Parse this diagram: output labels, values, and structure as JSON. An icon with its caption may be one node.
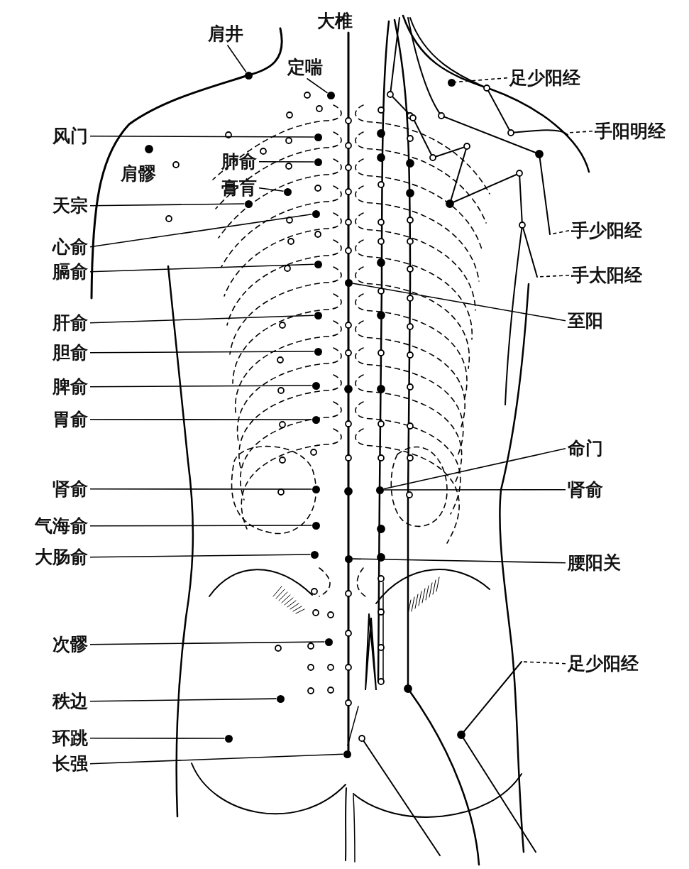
{
  "diagram": {
    "nodes": [
      {
        "text": [
          "肩井"
        ]
      },
      {
        "text": [
          "足少阳经"
        ]
      },
      {
        "text": [
          "定喘"
        ]
      },
      {
        "text": [
          "风门"
        ]
      },
      {
        "text": [
          "手阳明经"
        ]
      },
      {
        "text": [
          "肺俞"
        ]
      },
      {
        "text": [
          "膏肓"
        ]
      },
      {
        "text": [
          "天宗"
        ]
      },
      {
        "text": [
          "手少阳经"
        ]
      },
      {
        "text": [
          "心俞"
        ]
      },
      {
        "text": [
          "膈俞"
        ]
      },
      {
        "text": [
          "手太阳经"
        ]
      },
      {
        "text": [
          "肝俞"
        ]
      },
      {
        "text": [
          "至阳"
        ]
      },
      {
        "text": [
          "胆俞"
        ]
      },
      {
        "text": [
          "脾俞"
        ]
      },
      {
        "text": [
          "胃俞"
        ]
      },
      {
        "text": [
          "命门"
        ]
      },
      {
        "text": [
          "肾俞"
        ]
      },
      {
        "text": [
          "肾俞"
        ]
      },
      {
        "text": [
          "气海俞"
        ]
      },
      {
        "text": [
          "大肠俞"
        ]
      },
      {
        "text": [
          "腰阳关"
        ]
      },
      {
        "text": [
          "次髎"
        ]
      },
      {
        "text": [
          "足少阳经"
        ]
      },
      {
        "text": [
          "秩边"
        ]
      },
      {
        "text": [
          "环跳"
        ]
      },
      {
        "text": [
          "长强"
        ]
      },
      {
        "text": [],
        "shape": "circle"
      },
      {
        "text": [],
        "shape": "circle"
      },
      {
        "text": [],
        "shape": "circle"
      },
      {
        "text": [],
        "shape": "circle"
      },
      {
        "text": [],
        "shape": "circle"
      },
      {
        "text": [],
        "shape": "circle"
      },
      {
        "text": [],
        "shape": "circle"
      },
      {
        "text": [],
        "shape": "circle"
      },
      {
        "text": [],
        "shape": "circle"
      },
      {
        "text": [],
        "shape": "circle"
      },
      {
        "text": [],
        "shape": "circle"
      },
      {
        "text": [],
        "shape": "circle"
      },
      {
        "text": [],
        "shape": "circle"
      },
      {
        "text": [],
        "shape": "circle"
      },
      {
        "text": [],
        "shape": "circle"
      },
      {
        "text": [],
        "shape": "circle"
      },
      {
        "text": [],
        "shape": "circle"
      },
      {
        "text": [],
        "shape": "circle"
      },
      {
        "text": [],
        "shape": "circle"
      },
      {
        "text": [],
        "shape": "circle"
      },
      {
        "text": [],
        "shape": "circle"
      },
      {
        "text": [],
        "shape": "circle"
      },
      {
        "text": [],
        "shape": "circle"
      }
    ],
    "edges": [
      {
        "from": 0,
        "to": 28,
        "arrow": "none"
      },
      {
        "from": 2,
        "to": 29,
        "arrow": "none"
      },
      {
        "from": 3,
        "to": 30,
        "arrow": "none"
      },
      {
        "from": 5,
        "to": 31,
        "arrow": "none"
      },
      {
        "from": 6,
        "to": 32,
        "arrow": "none"
      },
      {
        "from": 7,
        "to": 33,
        "arrow": "none"
      },
      {
        "from": 9,
        "to": 34,
        "arrow": "none"
      },
      {
        "from": 10,
        "to": 35,
        "arrow": "none"
      },
      {
        "from": 13,
        "to": 36,
        "arrow": "none"
      },
      {
        "from": 12,
        "to": 37,
        "arrow": "none"
      },
      {
        "from": 14,
        "to": 38,
        "arrow": "none"
      },
      {
        "from": 15,
        "to": 39,
        "arrow": "none"
      },
      {
        "from": 16,
        "to": 40,
        "arrow": "none"
      },
      {
        "from": 17,
        "to": 42,
        "arrow": "none"
      },
      {
        "from": 18,
        "to": 41,
        "arrow": "none"
      },
      {
        "from": 19,
        "to": 42,
        "arrow": "none"
      },
      {
        "from": 20,
        "to": 43,
        "arrow": "none"
      },
      {
        "from": 21,
        "to": 44,
        "arrow": "none"
      },
      {
        "from": 22,
        "to": 45,
        "arrow": "none"
      },
      {
        "from": 23,
        "to": 46,
        "arrow": "none"
      },
      {
        "from": 25,
        "to": 47,
        "arrow": "none"
      },
      {
        "from": 26,
        "to": 48,
        "arrow": "none"
      },
      {
        "from": 27,
        "to": 49,
        "arrow": "none"
      },
      {
        "from": 1,
        "to": 50,
        "arrow": "none",
        "style": "dashed"
      },
      {
        "from": 4,
        "to": null,
        "arrow": "none",
        "style": "dashed"
      },
      {
        "from": 8,
        "to": null,
        "arrow": "none",
        "style": "dashed"
      },
      {
        "from": 11,
        "to": null,
        "arrow": "none",
        "style": "dashed"
      },
      {
        "from": 24,
        "to": null,
        "arrow": "none",
        "style": "dashed"
      }
    ],
    "labels": [
      "大椎",
      "肩髎"
    ]
  }
}
